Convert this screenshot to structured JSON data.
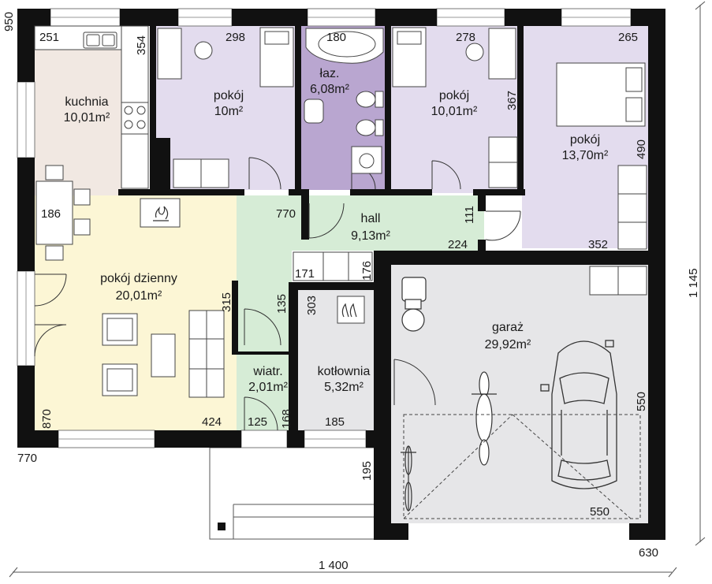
{
  "rooms": {
    "kuchnia": {
      "name": "kuchnia",
      "area": "10,01m²"
    },
    "pokoj1": {
      "name": "pokój",
      "area": "10m²"
    },
    "lazienka": {
      "name": "łaz.",
      "area": "6,08m²"
    },
    "pokoj2": {
      "name": "pokój",
      "area": "10,01m²"
    },
    "pokoj3": {
      "name": "pokój",
      "area": "13,70m²"
    },
    "hall": {
      "name": "hall",
      "area": "9,13m²"
    },
    "dzienny": {
      "name": "pokój dzienny",
      "area": "20,01m²"
    },
    "garaz": {
      "name": "garaż",
      "area": "29,92m²"
    },
    "wiatrolap": {
      "name": "wiatr.",
      "area": "2,01m²"
    },
    "kotlownia": {
      "name": "kotłownia",
      "area": "5,32m²"
    }
  },
  "dimensions": {
    "d950": "950",
    "d251": "251",
    "d354": "354",
    "d298": "298",
    "d180": "180",
    "d278": "278",
    "d265": "265",
    "d367": "367",
    "d490": "490",
    "d186": "186",
    "d770a": "770",
    "d111": "111",
    "d224": "224",
    "d352": "352",
    "d171": "171",
    "d176": "176",
    "d315": "315",
    "d135": "135",
    "d303": "303",
    "d870": "870",
    "d424": "424",
    "d125": "125",
    "d168": "168",
    "d185": "185",
    "d770b": "770",
    "d195": "195",
    "d550a": "550",
    "d550b": "550",
    "d1145": "1 145",
    "d630": "630",
    "d1400": "1 400"
  }
}
